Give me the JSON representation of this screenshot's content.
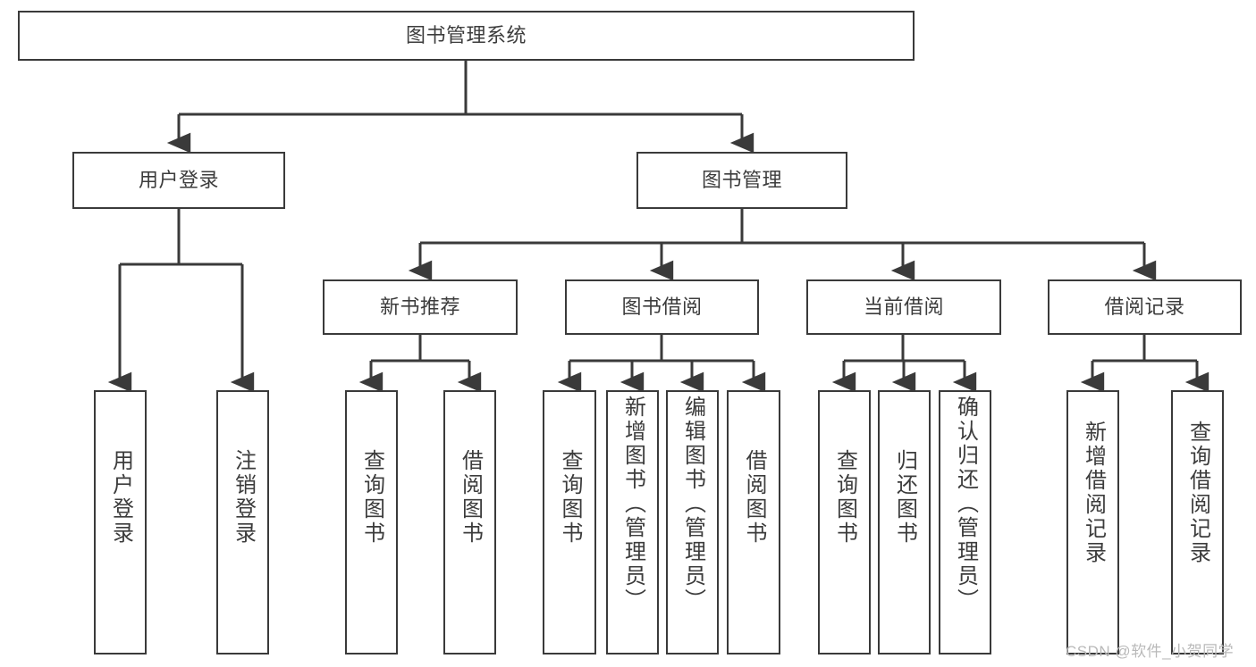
{
  "diagram": {
    "title": "图书管理系统",
    "type": "hierarchy-tree",
    "watermark": "CSDN @软件_小贺同学",
    "colors": {
      "box_border": "#3a3a3a",
      "box_fill": "#ffffff",
      "text": "#3c3c3c",
      "edge": "#3a3a3a",
      "watermark": "#b9b9b9"
    },
    "nodes": {
      "root": {
        "label": "图书管理系统",
        "level": 0,
        "orientation": "horizontal"
      },
      "l1_0": {
        "label": "用户登录",
        "level": 1,
        "orientation": "horizontal"
      },
      "l1_1": {
        "label": "图书管理",
        "level": 1,
        "orientation": "horizontal"
      },
      "l2_0": {
        "label": "新书推荐",
        "level": 2,
        "orientation": "horizontal"
      },
      "l2_1": {
        "label": "图书借阅",
        "level": 2,
        "orientation": "horizontal"
      },
      "l2_2": {
        "label": "当前借阅",
        "level": 2,
        "orientation": "horizontal"
      },
      "l2_3": {
        "label": "借阅记录",
        "level": 2,
        "orientation": "horizontal"
      },
      "l3_0": {
        "label": "用户登录",
        "level": 3,
        "orientation": "vertical"
      },
      "l3_1": {
        "label": "注销登录",
        "level": 3,
        "orientation": "vertical"
      },
      "l3_2": {
        "label": "查询图书",
        "level": 3,
        "orientation": "vertical"
      },
      "l3_3": {
        "label": "借阅图书",
        "level": 3,
        "orientation": "vertical"
      },
      "l3_4": {
        "label": "查询图书",
        "level": 3,
        "orientation": "vertical"
      },
      "l3_5": {
        "label": "新增图书（管理员）",
        "level": 3,
        "orientation": "vertical"
      },
      "l3_6": {
        "label": "编辑图书（管理员）",
        "level": 3,
        "orientation": "vertical"
      },
      "l3_7": {
        "label": "借阅图书",
        "level": 3,
        "orientation": "vertical"
      },
      "l3_8": {
        "label": "查询图书",
        "level": 3,
        "orientation": "vertical"
      },
      "l3_9": {
        "label": "归还图书",
        "level": 3,
        "orientation": "vertical"
      },
      "l3_10": {
        "label": "确认归还（管理员）",
        "level": 3,
        "orientation": "vertical"
      },
      "l3_11": {
        "label": "新增借阅记录",
        "level": 3,
        "orientation": "vertical"
      },
      "l3_12": {
        "label": "查询借阅记录",
        "level": 3,
        "orientation": "vertical"
      }
    },
    "edges": [
      {
        "from": "root",
        "to": "l1_0"
      },
      {
        "from": "root",
        "to": "l1_1"
      },
      {
        "from": "l1_0",
        "to": "l3_0"
      },
      {
        "from": "l1_0",
        "to": "l3_1"
      },
      {
        "from": "l1_1",
        "to": "l2_0"
      },
      {
        "from": "l1_1",
        "to": "l2_1"
      },
      {
        "from": "l1_1",
        "to": "l2_2"
      },
      {
        "from": "l1_1",
        "to": "l2_3"
      },
      {
        "from": "l2_0",
        "to": "l3_2"
      },
      {
        "from": "l2_0",
        "to": "l3_3"
      },
      {
        "from": "l2_1",
        "to": "l3_4"
      },
      {
        "from": "l2_1",
        "to": "l3_5"
      },
      {
        "from": "l2_1",
        "to": "l3_6"
      },
      {
        "from": "l2_1",
        "to": "l3_7"
      },
      {
        "from": "l2_2",
        "to": "l3_8"
      },
      {
        "from": "l2_2",
        "to": "l3_9"
      },
      {
        "from": "l2_2",
        "to": "l3_10"
      },
      {
        "from": "l2_3",
        "to": "l3_11"
      },
      {
        "from": "l2_3",
        "to": "l3_12"
      }
    ]
  }
}
